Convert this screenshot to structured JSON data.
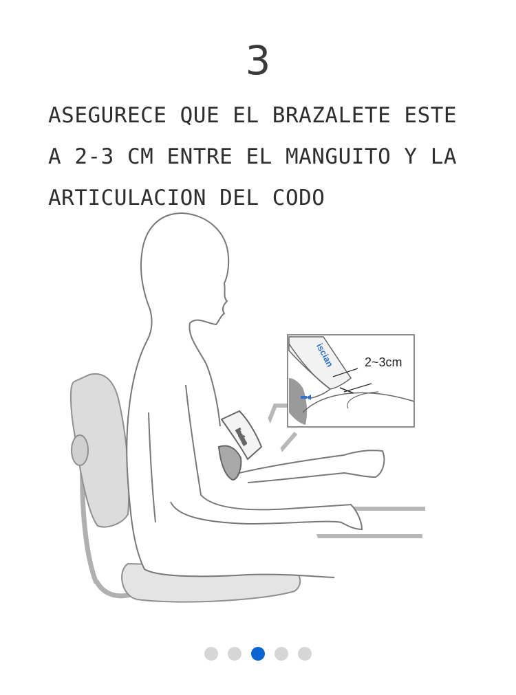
{
  "step": {
    "number": "3"
  },
  "instruction": {
    "lines": [
      "ASEGURECE QUE EL BRAZALETE ESTE",
      "A 2-3 CM ENTRE EL MANGUITO Y LA",
      "ARTICULACION DEL CODO"
    ]
  },
  "illustration": {
    "brand": "iscian",
    "measurement_label": "2~3cm"
  },
  "pager": {
    "pages": 5,
    "active_index": 2,
    "active_color": "#0a64d2",
    "inactive_color": "#d6d6d6"
  }
}
